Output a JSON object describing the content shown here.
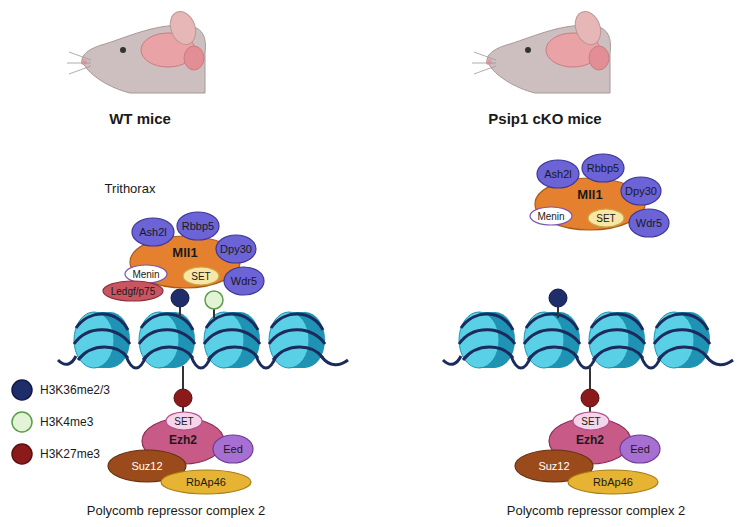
{
  "diagram": {
    "nodes": [
      {
        "text": [
          "Ash2l"
        ]
      },
      {
        "text": [
          "Rbbp5"
        ]
      },
      {
        "text": [
          "Dpy30"
        ]
      },
      {
        "text": [
          "Mll1"
        ]
      },
      {
        "text": [
          "Menin"
        ]
      },
      {
        "text": [
          "SET"
        ],
        "in": 3
      },
      {
        "text": [
          "Wdr5"
        ]
      },
      {
        "text": [
          "Ledgf/p75"
        ]
      },
      {
        "text": [
          "SET"
        ]
      },
      {
        "text": [
          "Ezh2"
        ]
      },
      {
        "text": [
          "Eed"
        ]
      },
      {
        "text": [
          "Suz12"
        ]
      },
      {
        "text": [
          "RbAp46"
        ]
      },
      {
        "text": [
          "Ash2l"
        ]
      },
      {
        "text": [
          "Rbbp5"
        ]
      },
      {
        "text": [
          "Dpy30"
        ]
      },
      {
        "text": [
          "Mll1"
        ]
      },
      {
        "text": [
          "Menin"
        ]
      },
      {
        "text": [
          "SET"
        ],
        "in": 16
      },
      {
        "text": [
          "Wdr5"
        ]
      },
      {
        "text": [
          "SET"
        ]
      },
      {
        "text": [
          "Ezh2"
        ]
      },
      {
        "text": [
          "Eed"
        ]
      },
      {
        "text": [
          "Suz12"
        ]
      },
      {
        "text": [
          "RbAp46"
        ]
      }
    ],
    "labels": [
      "WT mice",
      "Psip1 cKO mice",
      "Trithorax",
      "Polycomb repressor complex 2",
      "Polycomb repressor complex 2"
    ],
    "legend": [
      {
        "text": "H3K36me2/3",
        "color": "#1f2d6b"
      },
      {
        "text": "H3K4me3",
        "color": "#e2f3d6"
      },
      {
        "text": "H3K27me3",
        "color": "#8b1a1a"
      }
    ]
  }
}
